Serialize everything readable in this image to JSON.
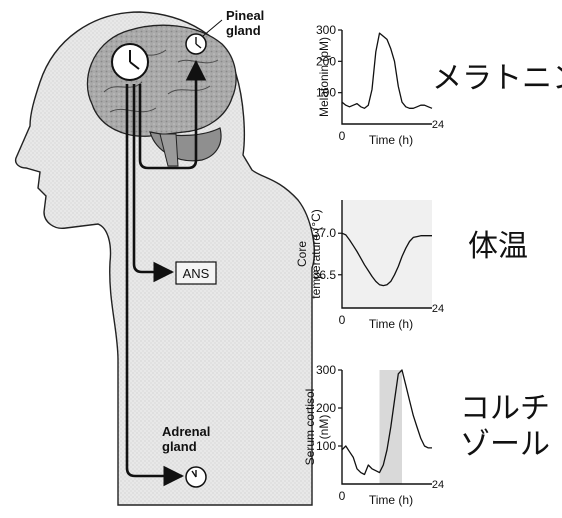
{
  "labels": {
    "pineal": [
      "Pineal",
      "gland"
    ],
    "adrenal": [
      "Adrenal",
      "gland"
    ],
    "ans": "ANS"
  },
  "jp_labels": {
    "melatonin": "メラトニン",
    "temperature": "体温",
    "cortisol": [
      "コルチ",
      "ゾール"
    ]
  },
  "colors": {
    "background": "#ffffff",
    "body_fill": "#e6e6e6",
    "brain_fill": "#b0b0b0",
    "highlight_band": "#d9d9d9",
    "line": "#111111"
  },
  "icons": [
    "clock-icon",
    "pineal-clock-icon",
    "adrenal-clock-icon"
  ],
  "chart_data": [
    {
      "type": "line",
      "name": "melatonin",
      "ylabel": "Melatonin (pM)",
      "xlabel": "Time (h)",
      "xticks": [
        "0",
        "24"
      ],
      "yticks": [
        "100",
        "200",
        "300"
      ],
      "ylim": [
        0,
        300
      ],
      "xlim": [
        0,
        24
      ],
      "x": [
        0,
        1,
        2,
        3,
        4,
        5,
        6,
        7,
        8,
        9,
        10,
        11,
        12,
        13,
        14,
        15,
        16,
        17,
        18,
        19,
        20,
        21,
        22,
        23,
        24
      ],
      "y": [
        70,
        60,
        55,
        60,
        65,
        55,
        50,
        60,
        110,
        230,
        290,
        280,
        270,
        240,
        200,
        120,
        70,
        55,
        50,
        50,
        55,
        60,
        60,
        55,
        50
      ]
    },
    {
      "type": "line",
      "name": "core_temperature",
      "ylabel": "Core temperature (°C)",
      "xlabel": "Time (h)",
      "xticks": [
        "0",
        "24"
      ],
      "yticks": [
        "36.5",
        "37.0"
      ],
      "ylim": [
        36.1,
        37.4
      ],
      "xlim": [
        0,
        24
      ],
      "x": [
        0,
        1,
        2,
        3,
        4,
        5,
        6,
        7,
        8,
        9,
        10,
        11,
        12,
        13,
        14,
        15,
        16,
        17,
        18,
        19,
        20,
        21,
        22,
        23,
        24
      ],
      "y": [
        37.0,
        36.98,
        36.92,
        36.85,
        36.78,
        36.7,
        36.62,
        36.55,
        36.48,
        36.42,
        36.38,
        36.37,
        36.38,
        36.42,
        36.5,
        36.6,
        36.72,
        36.82,
        36.9,
        36.95,
        36.96,
        36.97,
        36.97,
        36.97,
        36.97
      ]
    },
    {
      "type": "line",
      "name": "serum_cortisol",
      "ylabel": "Serum cortisol (nM)",
      "xlabel": "Time (h)",
      "xticks": [
        "0",
        "24"
      ],
      "yticks": [
        "100",
        "200",
        "300"
      ],
      "ylim": [
        0,
        300
      ],
      "xlim": [
        0,
        24
      ],
      "x": [
        0,
        1,
        2,
        3,
        4,
        5,
        6,
        7,
        8,
        9,
        10,
        11,
        12,
        13,
        14,
        15,
        16,
        17,
        18,
        19,
        20,
        21,
        22,
        23,
        24
      ],
      "y": [
        90,
        100,
        85,
        70,
        40,
        30,
        25,
        50,
        40,
        35,
        30,
        50,
        90,
        150,
        220,
        290,
        300,
        260,
        220,
        180,
        150,
        120,
        100,
        95,
        95
      ],
      "shaded_x": [
        10,
        16
      ]
    }
  ]
}
